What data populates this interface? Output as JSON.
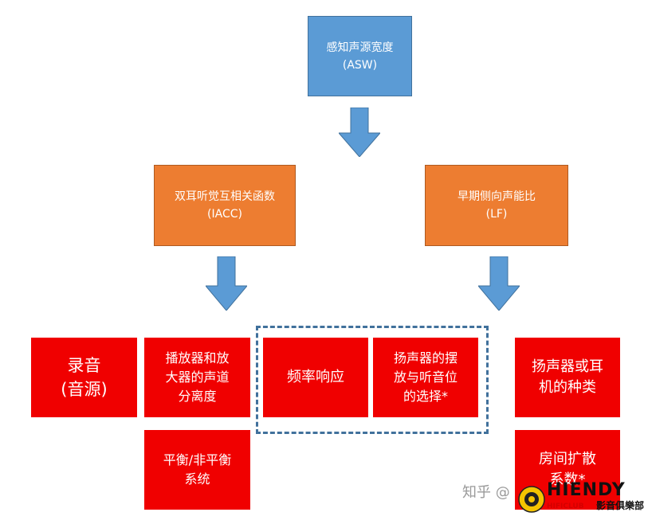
{
  "top": {
    "line1": "感知声源宽度",
    "line2": "(ASW)"
  },
  "left_mid": {
    "line1": "双耳听觉互相关函数",
    "line2": "(IACC)"
  },
  "right_mid": {
    "line1": "早期侧向声能比",
    "line2": "(LF)"
  },
  "recording": {
    "line1": "录音",
    "line2": "(音源)"
  },
  "playback": {
    "line1": "播放器和放",
    "line2": "大器的声道",
    "line3": "分离度"
  },
  "balanced": {
    "line1": "平衡/非平衡",
    "line2": "系统"
  },
  "frequency": {
    "line1": "频率响应"
  },
  "speaker_place": {
    "line1": "扬声器的摆",
    "line2": "放与听音位",
    "line3": "的选择*"
  },
  "speaker_type": {
    "line1": "扬声器或耳",
    "line2": "机的种类"
  },
  "room": {
    "line1": "房间扩散",
    "line2": "系数*"
  },
  "watermark": {
    "zhihu": "知乎 @",
    "hiendy": "HIENDY",
    "hificlub": "HIFICLUB",
    "club_cn": "影音俱樂部"
  },
  "colors": {
    "blue": "#5b9bd5",
    "orange": "#ed7d31",
    "red": "#f00000",
    "dash": "#41719c"
  }
}
